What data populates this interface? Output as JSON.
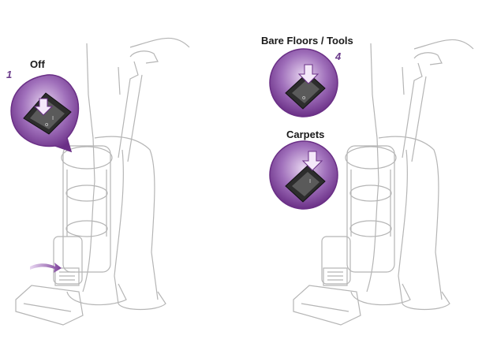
{
  "left_panel": {
    "step_number": "1",
    "label": "Off"
  },
  "right_panel": {
    "step_number": "4",
    "label_top": "Bare Floors / Tools",
    "label_bottom": "Carpets"
  },
  "colors": {
    "purple_dark": "#6a2f86",
    "purple_mid": "#9b5fb5",
    "purple_light": "#d9c2e6",
    "line_gray": "#b5b5b5",
    "arrow_fill": "#f4e8f9"
  }
}
